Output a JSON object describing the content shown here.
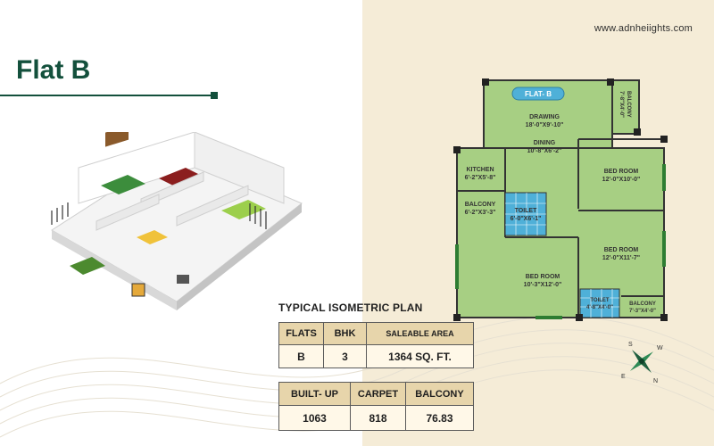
{
  "website": "www.adnheiights.com",
  "title": "Flat B",
  "section_title": "TYPICAL ISOMETRIC PLAN",
  "table1": {
    "headers": [
      "FLATS",
      "BHK",
      "SALEABLE AREA"
    ],
    "row": [
      "B",
      "3",
      "1364 SQ. FT."
    ]
  },
  "table2": {
    "headers": [
      "BUILT- UP",
      "CARPET",
      "BALCONY"
    ],
    "row": [
      "1063",
      "818",
      "76.83"
    ]
  },
  "floor_plan": {
    "badge": "FLAT- B",
    "rooms": {
      "drawing": "DRAWING",
      "drawing_size": "18'-0\"X9'-10\"",
      "dining": "DINING",
      "dining_size": "10'-8\"X6'-2\"",
      "balcony_top": "BALCONY",
      "balcony_top_size": "7'-8\"X4'-0\"",
      "kitchen": "KITCHEN",
      "kitchen_size": "6'-2\"X5'-8\"",
      "balcony_left": "BALCONY",
      "balcony_left_size": "6'-2\"X3'-3\"",
      "toilet1": "TOILET",
      "toilet1_size": "6'-0\"X6'-1\"",
      "bed1": "BED ROOM",
      "bed1_size": "12'-0\"X10'-0\"",
      "bed2": "BED ROOM",
      "bed2_size": "12'-0\"X11'-7\"",
      "bed3": "BED ROOM",
      "bed3_size": "10'-3\"X12'-0\"",
      "toilet2": "TOILET",
      "toilet2_size": "4'-8\"X4'-0\"",
      "balcony_br": "BALCONY",
      "balcony_br_size": "7'-3\"X4'-0\""
    }
  },
  "compass": {
    "n": "N",
    "s": "S",
    "e": "E",
    "w": "W"
  },
  "colors": {
    "brand": "#13503c",
    "panel": "#f5ecd7",
    "floor": "#a7cf83",
    "tile": "#4fb0d8"
  }
}
